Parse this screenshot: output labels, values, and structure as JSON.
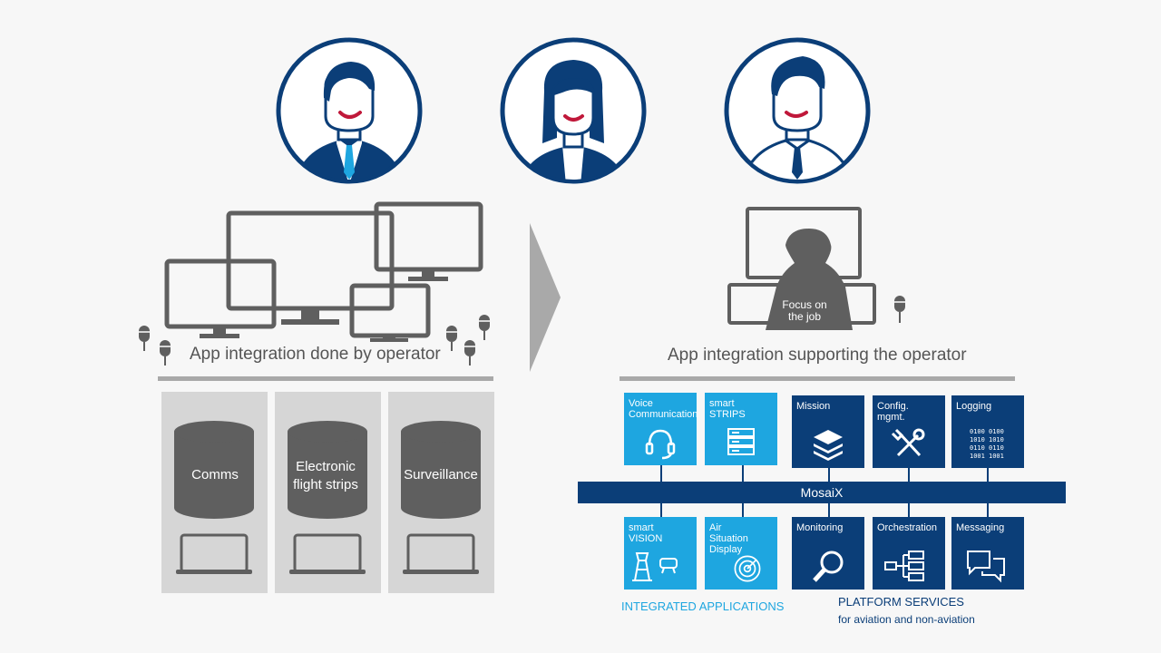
{
  "left": {
    "caption": "App integration done by operator",
    "databases": [
      "Comms",
      "Electronic\nflight strips",
      "Surveillance"
    ]
  },
  "right": {
    "caption": "App integration supporting the operator",
    "focus_label": "Focus on\nthe job",
    "bus_label": "MosaiX",
    "top_tiles": [
      {
        "label": "Voice\nCommunication",
        "icon": "headset-icon",
        "style": "light"
      },
      {
        "label": "smart\nSTRIPS",
        "icon": "strips-icon",
        "style": "light"
      },
      {
        "label": "Mission",
        "icon": "layers-icon",
        "style": "dark"
      },
      {
        "label": "Config.\nmgmt.",
        "icon": "tools-icon",
        "style": "dark"
      },
      {
        "label": "Logging",
        "icon": "binary-icon",
        "style": "dark"
      }
    ],
    "bottom_tiles": [
      {
        "label": "smart\nVISION",
        "icon": "tower-icon",
        "style": "light"
      },
      {
        "label": "Air\nSituation\nDisplay",
        "icon": "radar-icon",
        "style": "light"
      },
      {
        "label": "Monitoring",
        "icon": "magnifier-icon",
        "style": "dark"
      },
      {
        "label": "Orchestration",
        "icon": "tree-icon",
        "style": "dark"
      },
      {
        "label": "Messaging",
        "icon": "chat-icon",
        "style": "dark"
      }
    ],
    "integrated_label": "INTEGRATED APPLICATIONS",
    "platform_label": "PLATFORM SERVICES",
    "platform_sub": "for aviation and non-aviation"
  },
  "colors": {
    "navy": "#0b3e78",
    "cyan": "#1ea6e0",
    "gray": "#5f5f5f",
    "light_gray": "#d6d6d6",
    "red": "#c0183a"
  }
}
